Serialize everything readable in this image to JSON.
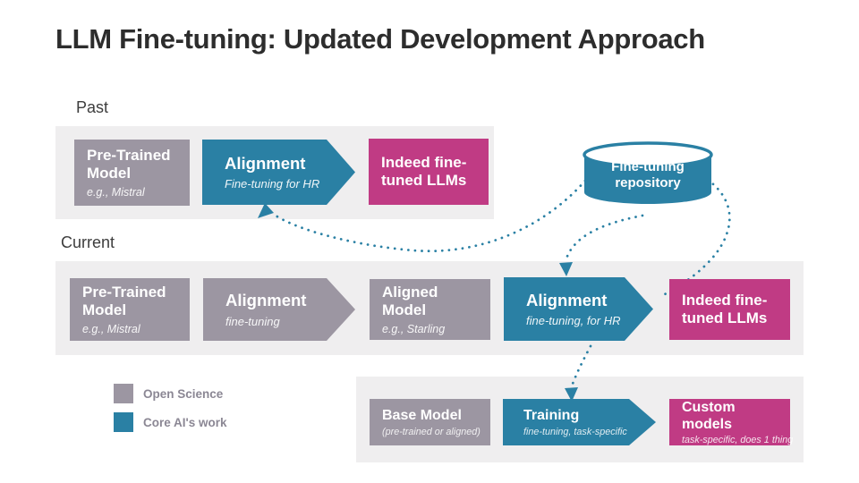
{
  "title": "LLM Fine-tuning: Updated Development Approach",
  "sections": {
    "past": {
      "label": "Past",
      "pretrained_title": "Pre-Trained Model",
      "pretrained_sub": "e.g., Mistral",
      "alignment_title": "Alignment",
      "alignment_sub": "Fine-tuning for HR",
      "output_title": "Indeed fine-tuned LLMs"
    },
    "current": {
      "label": "Current",
      "pretrained_title": "Pre-Trained Model",
      "pretrained_sub": "e.g., Mistral",
      "alignment1_title": "Alignment",
      "alignment1_sub": "fine-tuning",
      "aligned_title": "Aligned Model",
      "aligned_sub": "e.g., Starling",
      "alignment2_title": "Alignment",
      "alignment2_sub": "fine-tuning, for HR",
      "output_title": "Indeed fine-tuned LLMs"
    },
    "bottom": {
      "base_title": "Base Model",
      "base_sub": "(pre-trained or aligned)",
      "training_title": "Training",
      "training_sub": "fine-tuning, task-specific",
      "output_title": "Custom models",
      "output_sub": "task-specific, does 1 thing"
    }
  },
  "repository": {
    "label": "Fine-tuning repository"
  },
  "legend": {
    "open_science": "Open Science",
    "core_ai": "Core AI's work"
  },
  "colors": {
    "teal": "#2a80a4",
    "pink": "#c03b84",
    "gray": "#9c96a2",
    "band_background": "#efeeef",
    "title_text": "#2d2d2d"
  }
}
